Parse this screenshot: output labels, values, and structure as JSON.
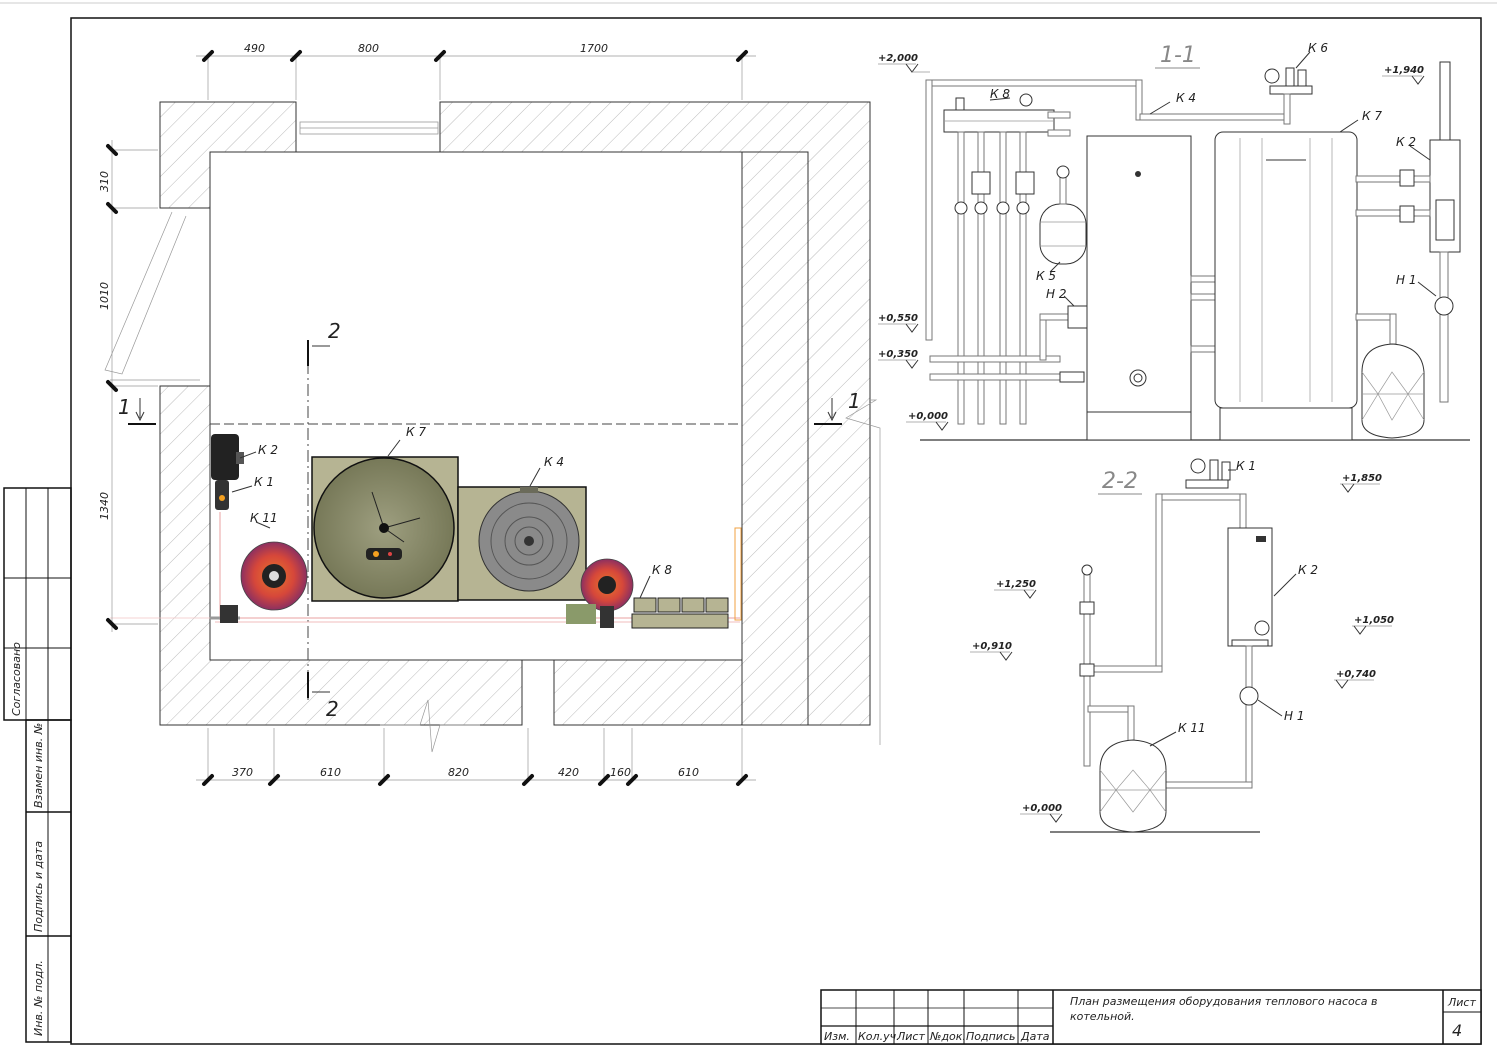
{
  "plan": {
    "dims_top": [
      "490",
      "800",
      "1700"
    ],
    "dims_left": [
      "310",
      "1010",
      "1340"
    ],
    "dims_bottom": [
      "370",
      "610",
      "820",
      "420",
      "160",
      "610"
    ],
    "section_1": "1",
    "section_2": "2",
    "labels": {
      "k2": "К 2",
      "k1": "К 1",
      "k11": "К 11",
      "k7": "К 7",
      "k4": "К 4",
      "k8": "К 8"
    }
  },
  "section_1_1": {
    "title": "1-1",
    "levels": [
      "+2,000",
      "+1,940",
      "+0,550",
      "+0,350",
      "+0,000"
    ],
    "labels": {
      "k8": "К 8",
      "k4": "К 4",
      "k6": "К 6",
      "k7": "К 7",
      "k2": "К 2",
      "k5": "К 5",
      "h2": "Н 2",
      "h1": "Н 1"
    }
  },
  "section_2_2": {
    "title": "2-2",
    "levels": [
      "+1,850",
      "+1,250",
      "+0,910",
      "+1,050",
      "+0,740",
      "+0,000"
    ],
    "labels": {
      "k1": "К 1",
      "k2": "К 2",
      "h1": "Н 1",
      "k11": "К 11"
    }
  },
  "side_stamp": {
    "soglasovano": "Согласовано",
    "vzamen": "Взамен инв. №",
    "podpis_data": "Подпись и дата",
    "inv_podl": "Инв. № подл."
  },
  "title_block": {
    "headers": [
      "Изм.",
      "Кол.уч.",
      "Лист",
      "№док.",
      "Подпись",
      "Дата"
    ],
    "title_line1": "План размещения оборудования теплового насоса в",
    "title_line2": "котельной.",
    "sheet_label": "Лист",
    "sheet_number": "4"
  }
}
